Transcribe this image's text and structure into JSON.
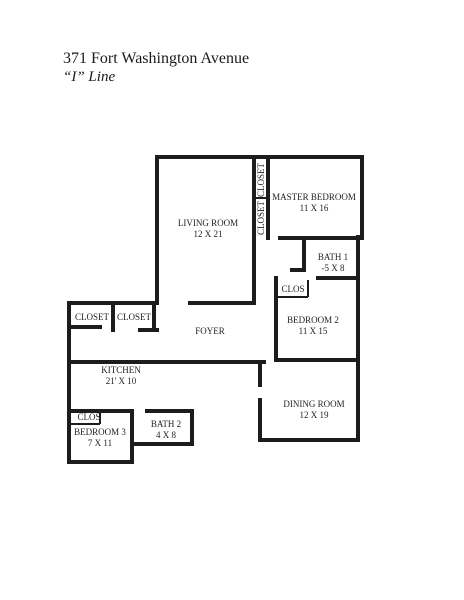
{
  "header": {
    "address": "371 Fort Washington Avenue",
    "line": "“I” Line"
  },
  "rooms": {
    "living": {
      "name": "LIVING ROOM",
      "size": "12 X 21"
    },
    "master": {
      "name": "MASTER BEDROOM",
      "size": "11 X 16"
    },
    "bath1": {
      "name": "BATH 1",
      "size": "-5 X 8"
    },
    "bedroom2": {
      "name": "BEDROOM 2",
      "size": "11 X 15"
    },
    "foyer": {
      "name": "FOYER"
    },
    "kitchen": {
      "name": "KITCHEN",
      "size": "21' X 10"
    },
    "dining": {
      "name": "DINING ROOM",
      "size": "12 X 19"
    },
    "bath2": {
      "name": "BATH 2",
      "size": "4 X 8"
    },
    "bedroom3": {
      "name": "BEDROOM 3",
      "size": "7 X 11"
    }
  },
  "closets": {
    "closet_a": "CLOSET",
    "closet_b": "CLOSET",
    "closet_master_1": "CLOSET",
    "closet_master_2": "CLOSET",
    "clos_bed2": "CLOS",
    "clos_bed3": "CLOS"
  }
}
